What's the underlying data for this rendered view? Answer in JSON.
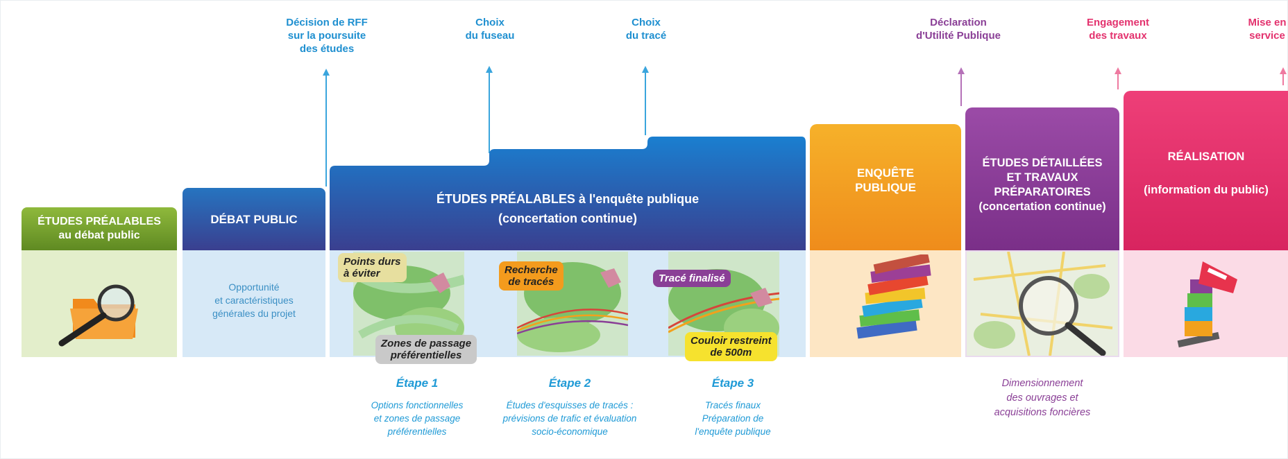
{
  "milestones": {
    "decision": "Décision de RFF\nsur la poursuite\ndes études",
    "fuseau": "Choix\ndu fuseau",
    "trace": "Choix\ndu tracé",
    "dup": "Déclaration\nd'Utilité Publique",
    "engagement": "Engagement\ndes travaux",
    "mise": "Mise en\nservice"
  },
  "phases": {
    "etudes_debat": "ÉTUDES PRÉALABLES\nau débat public",
    "debat": "DÉBAT PUBLIC",
    "etudes_enquete": "ÉTUDES PRÉALABLES à l'enquête publique\n(concertation continue)",
    "enquete": "ENQUÊTE\nPUBLIQUE",
    "etudes_detaillees": "ÉTUDES DÉTAILLÉES\nET TRAVAUX\nPRÉPARATOIRES\n(concertation continue)",
    "realisation": "RÉALISATION\n\n(information du public)"
  },
  "debat_desc": "Opportunité\net caractéristiques\ngénérales du projet",
  "tags": {
    "points_durs": "Points durs\nà éviter",
    "zones": "Zones de passage\npréférentielles",
    "recherche": "Recherche\nde tracés",
    "trace_finalise": "Tracé finalisé",
    "couloir": "Couloir restreint\nde 500m"
  },
  "steps": [
    {
      "title": "Étape 1",
      "desc": "Options fonctionnelles\net zones de passage\npréférentielles"
    },
    {
      "title": "Étape 2",
      "desc": "Études d'esquisses de tracés :\nprévisions de trafic et évaluation\nsocio-économique"
    },
    {
      "title": "Étape 3",
      "desc": "Tracés finaux\nPréparation de\nl'enquête publique"
    }
  ],
  "detail_desc": "Dimensionnement\ndes ouvrages et\nacquisitions foncières",
  "colors": {
    "green": "#7fa534",
    "blue": "#1c6db8",
    "navy": "#3a3f8f",
    "orange": "#f39b1d",
    "purple": "#8a3f96",
    "pink": "#e3326e"
  },
  "icons": [
    "folder-magnifier-icon",
    "map-icon",
    "binders-icon",
    "city-map-magnifier-icon",
    "traffic-cone-icon"
  ]
}
